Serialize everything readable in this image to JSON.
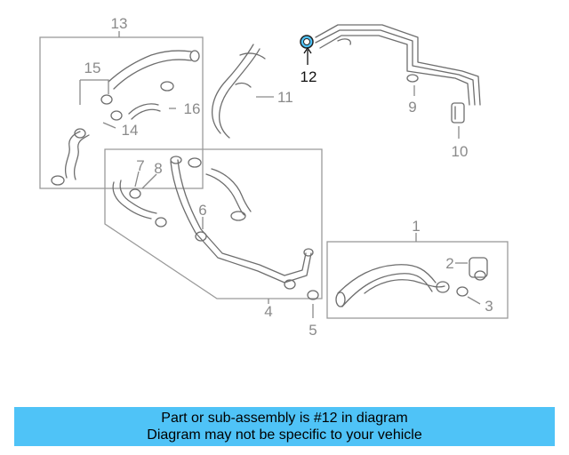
{
  "diagram": {
    "callouts": {
      "c1": "1",
      "c2": "2",
      "c3": "3",
      "c4": "4",
      "c5": "5",
      "c6": "6",
      "c7": "7",
      "c8": "8",
      "c9": "9",
      "c10": "10",
      "c11": "11",
      "c12": "12",
      "c13": "13",
      "c14": "14",
      "c15": "15",
      "c16": "16"
    },
    "highlighted_part": "12",
    "colors": {
      "highlight_fill": "#4fc3f7",
      "line": "#6e6e6e",
      "label": "#8a8a8a"
    }
  },
  "banner": {
    "line1": "Part or sub-assembly is #12 in diagram",
    "line2": "Diagram may not be specific to your vehicle"
  }
}
